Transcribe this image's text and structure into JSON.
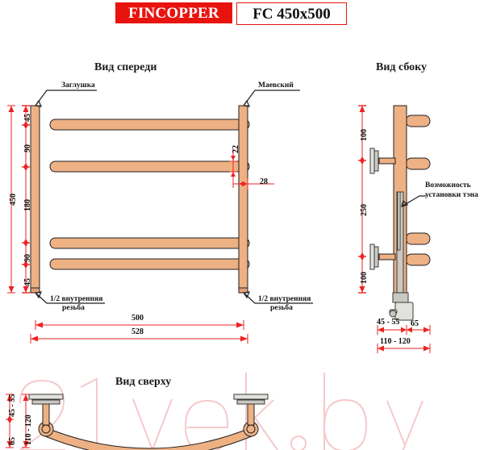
{
  "header": {
    "brand": "FINCOPPER",
    "model": "FC 450x500",
    "brand_color": "#e8130f",
    "brand_text_color": "#ffffff"
  },
  "views": {
    "front": {
      "caption": "Вид спереди"
    },
    "side": {
      "caption": "Вид сбоку"
    },
    "top": {
      "caption": "Вид сверху"
    }
  },
  "front_view": {
    "callouts": {
      "plug": "Заглушка",
      "valve": "Маевский",
      "thread_left_line1": "1/2 внутренняя",
      "thread_left_line2": "резьба",
      "thread_right_line1": "1/2 внутренняя",
      "thread_right_line2": "резьба"
    },
    "dimensions": {
      "overall_height": "450",
      "seg_top_1": "45",
      "seg_top_2": "90",
      "seg_middle": "180",
      "seg_bottom_1": "90",
      "seg_bottom_2": "45",
      "rung_diameter": "22",
      "column_width": "28",
      "width_inner": "500",
      "width_outer": "528"
    }
  },
  "side_view": {
    "callout_line1": "Возможность",
    "callout_line2": "установки тэна",
    "dimensions": {
      "top_offset": "100",
      "middle": "250",
      "bottom_offset": "100",
      "depth_a": "45 - 55",
      "depth_b": "65",
      "depth_total": "110 - 120"
    }
  },
  "top_view": {
    "dimensions": {
      "depth_a": "45 - 55",
      "depth_b": "65",
      "depth_total": "110 - 120"
    }
  },
  "watermark": {
    "text": "21vek.by",
    "color": "#f6c9cb"
  },
  "colors": {
    "copper": "#edb184",
    "copper_dark": "#e3a276",
    "dimension_red": "#ee2222",
    "outline": "#231f20",
    "metal_gray": "#c9c9c2"
  }
}
